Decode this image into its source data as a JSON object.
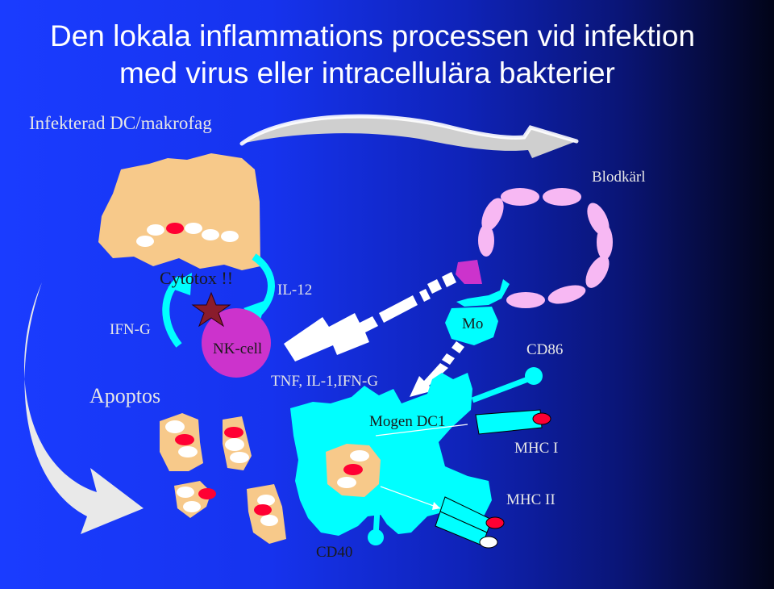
{
  "slide": {
    "title_line1": "Den lokala inflammations processen vid infektion",
    "title_line2": "med virus eller intracellulära bakterier",
    "accent_color": "#00ffff"
  },
  "labels": {
    "infected_cell": "Infekterad DC/makrofag",
    "blood_vessel": "Blodkärl",
    "cytotox": "Cytotox !!",
    "il12": "IL-12",
    "ifng": "IFN-G",
    "nk_cell": "NK-cell",
    "mo": "Mo",
    "cd86": "CD86",
    "apoptos": "Apoptos",
    "cytokines": "TNF, IL-1,IFN-G",
    "mature_dc": "Mogen DC1",
    "mhc1": "MHC I",
    "mhc2": "MHC II",
    "cd40": "CD40"
  },
  "colors": {
    "cell_tan": "#f7c98a",
    "cyan": "#00ffff",
    "vessel_pink": "#f7b8f3",
    "nk_magenta": "#cc33cc",
    "red_dot": "#ff0033",
    "star": "#8a1c2c"
  }
}
